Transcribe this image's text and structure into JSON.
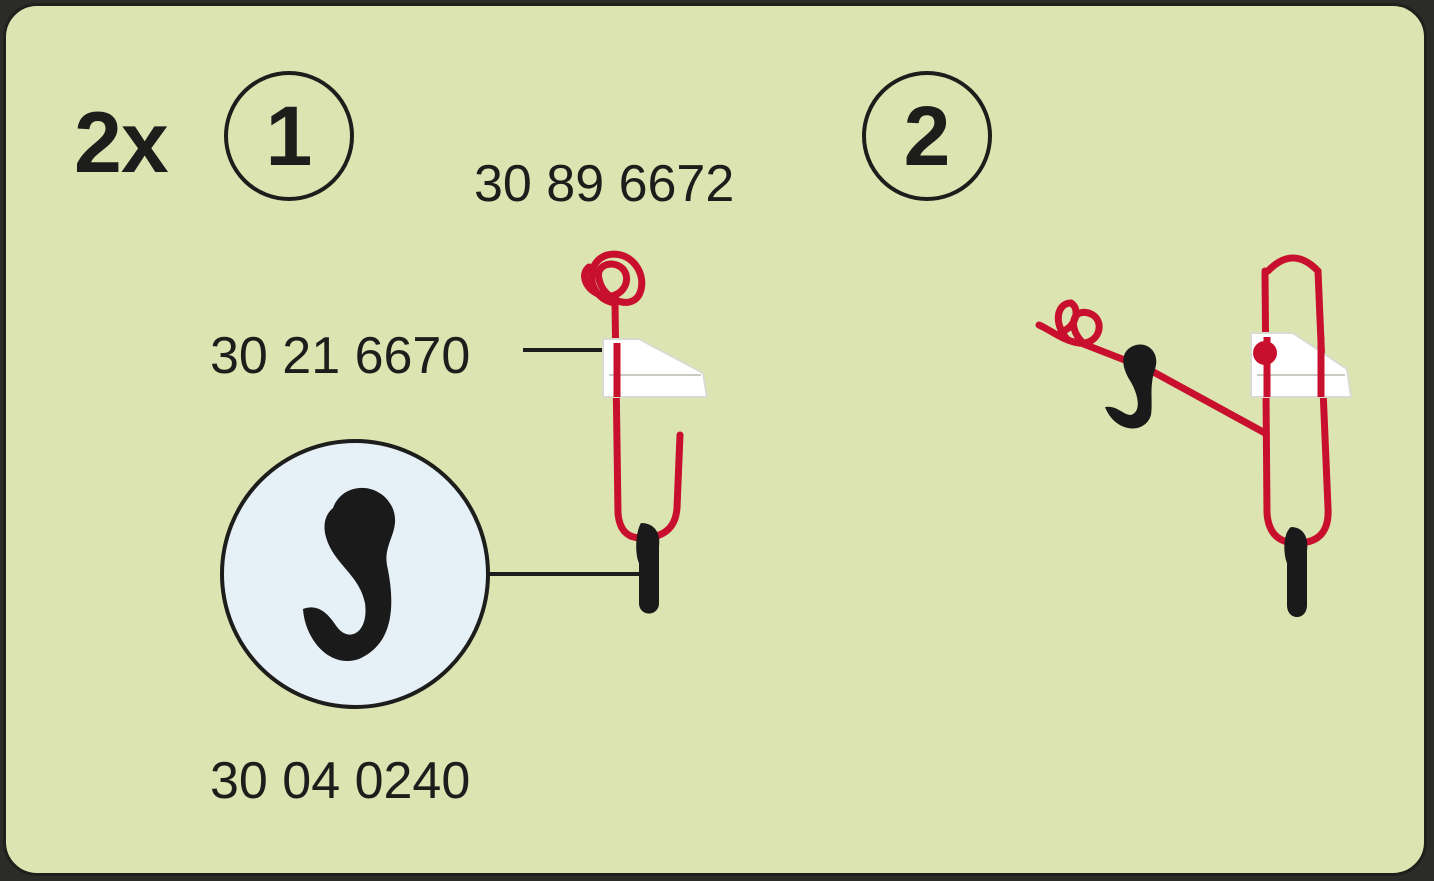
{
  "quantity_label": "2x",
  "steps": [
    {
      "number": "1"
    },
    {
      "number": "2"
    }
  ],
  "parts": {
    "eyelet": "30 89 6672",
    "clip": "30 21 6670",
    "hook": "30 04 0240"
  },
  "colors": {
    "background": "#dce5b2",
    "cord": "#c8102e",
    "hook": "#1a1a1a",
    "clip": "#ffffff",
    "zoom_circle": "#e6f0f7"
  },
  "icons": [
    "hook-icon",
    "cord-knot-icon",
    "clip-icon"
  ]
}
